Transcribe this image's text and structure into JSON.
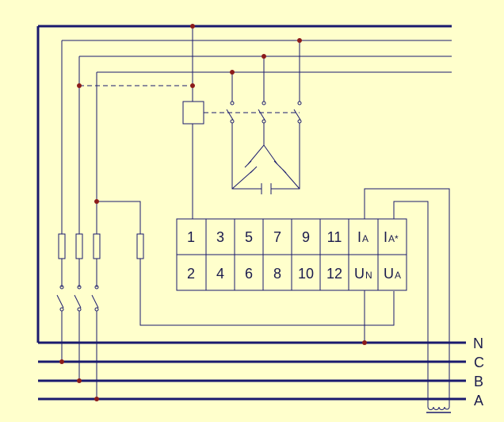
{
  "bus_labels": [
    "N",
    "C",
    "B",
    "A"
  ],
  "terminals": {
    "top": [
      "1",
      "3",
      "5",
      "7",
      "9",
      "11"
    ],
    "bottom": [
      "2",
      "4",
      "6",
      "8",
      "10",
      "12"
    ],
    "top_special": [
      {
        "main": "I",
        "sub": "A"
      },
      {
        "main": "I",
        "sub": "A*"
      }
    ],
    "bottom_special": [
      {
        "main": "U",
        "sub": "N"
      },
      {
        "main": "U",
        "sub": "A"
      }
    ]
  },
  "colors": {
    "background": "#ffffcc",
    "wire": "#1a1a6e",
    "node": "#8b1a1a"
  }
}
